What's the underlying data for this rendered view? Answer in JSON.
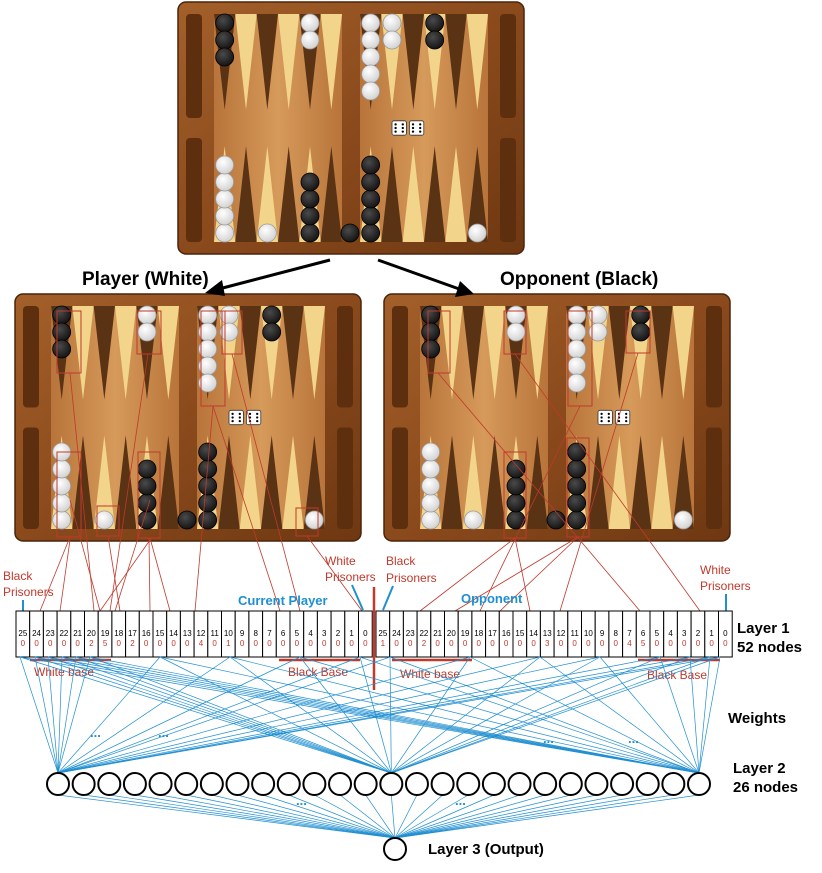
{
  "title_player": "Player (White)",
  "title_opponent": "Opponent (Black)",
  "labels": {
    "black_prisoners": [
      "Black",
      "Prisoners"
    ],
    "white_prisoners_left": [
      "White",
      "Prisoners"
    ],
    "black_prisoners_right": [
      "Black",
      "Prisoners"
    ],
    "white_prisoners_right": [
      "White",
      "Prisoners"
    ],
    "current_player": "Current Player",
    "opponent": "Opponent",
    "white_base_left": "White base",
    "black_base_left": "Black Base",
    "white_base_right": "White base",
    "black_base_right": "Black Base",
    "weights": "Weights",
    "ellipsis": "..."
  },
  "layers": {
    "layer1": [
      "Layer 1",
      "52 nodes"
    ],
    "layer2": [
      "Layer 2",
      "26 nodes"
    ],
    "layer3": "Layer 3  (Output)"
  },
  "input_left": {
    "nums": [
      "25",
      "24",
      "23",
      "22",
      "21",
      "20",
      "19",
      "18",
      "17",
      "16",
      "15",
      "14",
      "13",
      "12",
      "11",
      "10",
      "9",
      "8",
      "7",
      "6",
      "5",
      "4",
      "3",
      "2",
      "1",
      "0"
    ],
    "vals": [
      "0",
      "0",
      "0",
      "0",
      "0",
      "2",
      "5",
      "0",
      "2",
      "0",
      "0",
      "0",
      "0",
      "4",
      "0",
      "1",
      "0",
      "0",
      "0",
      "0",
      "0",
      "0",
      "0",
      "0",
      "0",
      "0"
    ]
  },
  "input_right": {
    "nums": [
      "25",
      "24",
      "23",
      "22",
      "21",
      "20",
      "19",
      "18",
      "17",
      "16",
      "15",
      "14",
      "13",
      "12",
      "11",
      "10",
      "9",
      "8",
      "7",
      "6",
      "5",
      "4",
      "3",
      "2",
      "1",
      "0"
    ],
    "vals": [
      "1",
      "0",
      "0",
      "2",
      "0",
      "0",
      "0",
      "0",
      "0",
      "0",
      "0",
      "0",
      "3",
      "0",
      "0",
      "0",
      "0",
      "0",
      "4",
      "5",
      "0",
      "0",
      "0",
      "0",
      "0",
      "0"
    ]
  },
  "layer2_node_count": 26,
  "colors": {
    "wood_frame": "#8b4a1c",
    "felt": "#c9884a",
    "point_dark": "#5a3214",
    "point_light": "#f2d58a",
    "red_line": "#c0392b",
    "blue_line": "#1f8fd1",
    "checker_black": "#1c1c1c",
    "checker_white": "#f4f4f4"
  }
}
